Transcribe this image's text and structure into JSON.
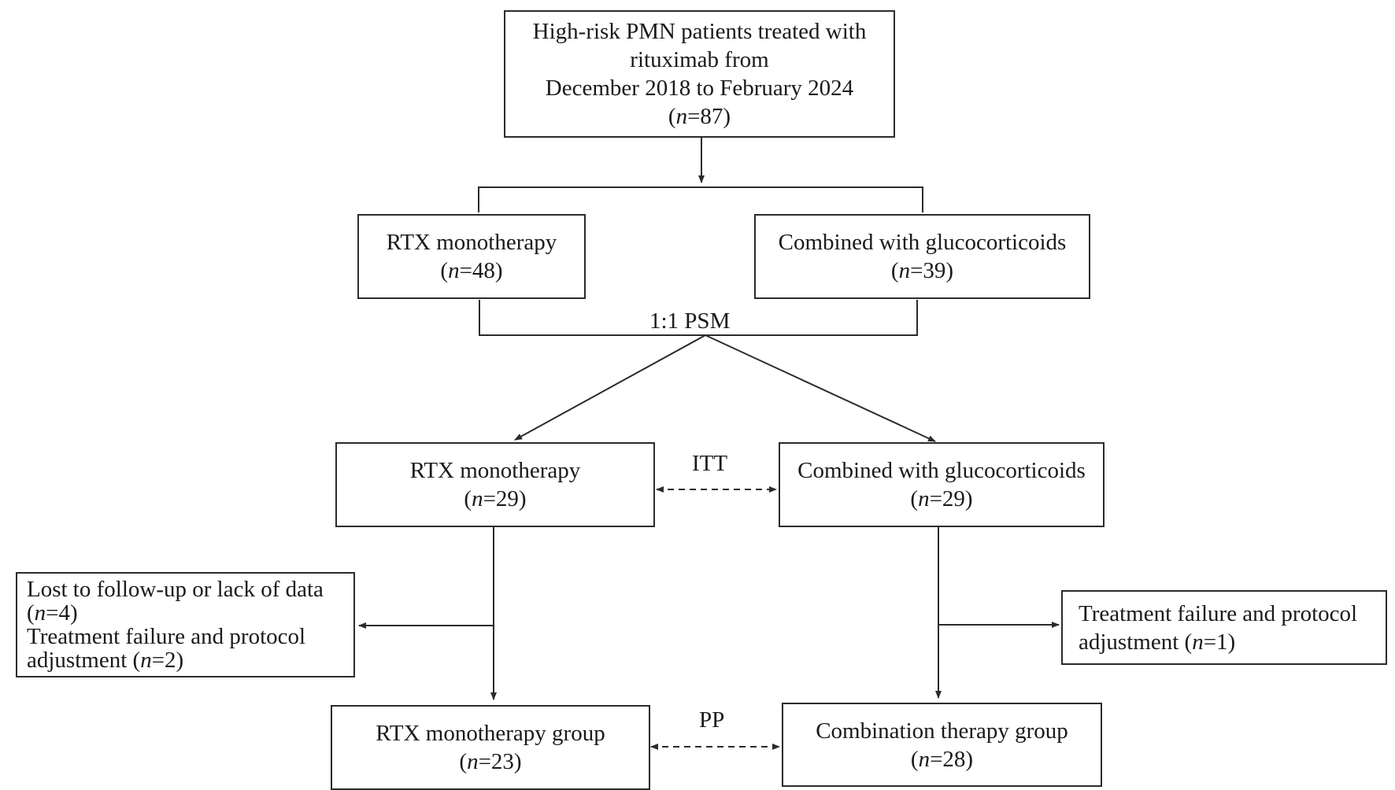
{
  "flowchart": {
    "source": {
      "lines": [
        "High-risk PMN patients treated with",
        "rituximab from",
        "December 2018 to February 2024"
      ],
      "n": "87"
    },
    "initial_groups": {
      "rtx": {
        "label": "RTX monotherapy",
        "n": "48"
      },
      "combined": {
        "label": "Combined with glucocorticoids",
        "n": "39"
      }
    },
    "matching_label": "1:1 PSM",
    "itt": {
      "label": "ITT",
      "rtx": {
        "label": "RTX monotherapy",
        "n": "29"
      },
      "combined": {
        "label": "Combined with glucocorticoids",
        "n": "29"
      }
    },
    "exclusions": {
      "rtx": {
        "line1": "Lost to follow-up or lack of data",
        "line1_n": "4",
        "line2": "Treatment failure and protocol",
        "line3": "adjustment",
        "line3_n": "2"
      },
      "combined": {
        "line1": "Treatment failure and protocol",
        "line2": "adjustment",
        "line2_n": "1"
      }
    },
    "pp": {
      "label": "PP",
      "rtx": {
        "label": "RTX monotherapy group",
        "n": "23"
      },
      "combined": {
        "label": "Combination therapy group",
        "n": "28"
      }
    },
    "n_symbol": "n",
    "line_color": "#2b2b2b"
  }
}
